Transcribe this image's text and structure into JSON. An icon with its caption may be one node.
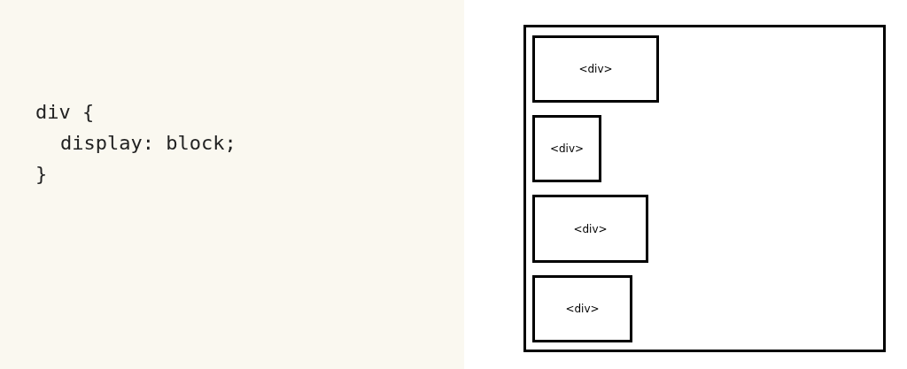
{
  "diagram": {
    "nodes": [
      {
        "text": [],
        "shape": "box"
      },
      {
        "text": [
          "<div>"
        ],
        "in": 0
      },
      {
        "text": [
          "<div>"
        ],
        "in": 0
      },
      {
        "text": [
          "<div>"
        ],
        "in": 0
      },
      {
        "text": [
          "<div>"
        ],
        "in": 0
      }
    ],
    "labels": [
      "div {",
      "display: block;",
      "}"
    ]
  }
}
